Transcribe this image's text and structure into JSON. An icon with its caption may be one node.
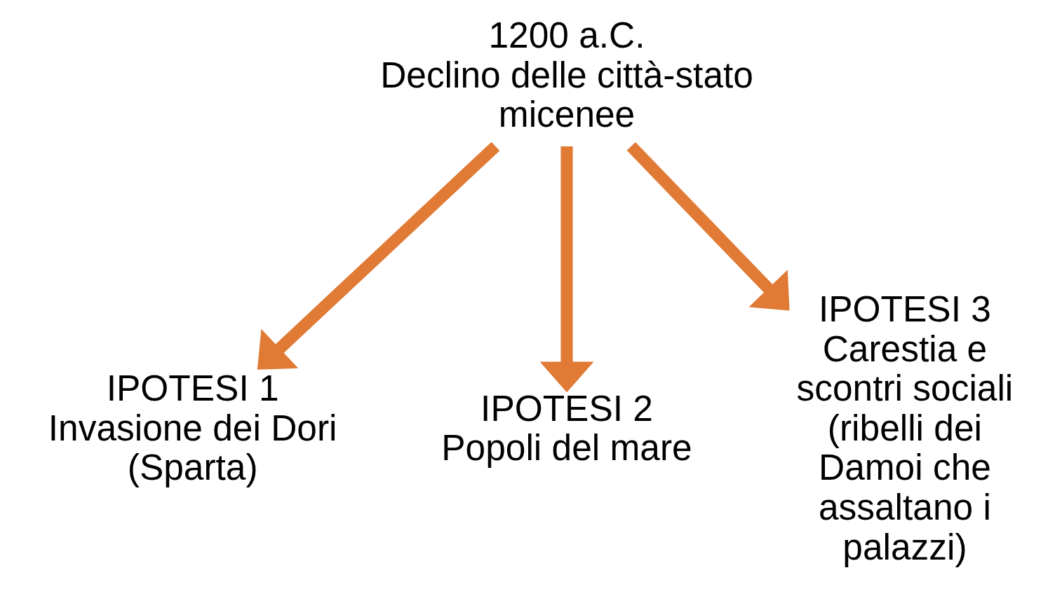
{
  "diagram": {
    "nodes": [
      {
        "text": [
          "1200 a.C.",
          "Declino delle città-stato micenee"
        ]
      },
      {
        "text": [
          "IPOTESI 1",
          "Invasione dei Dori (Sparta)"
        ]
      },
      {
        "text": [
          "IPOTESI 2",
          "Popoli del mare"
        ]
      },
      {
        "text": [
          "IPOTESI 3",
          "Carestia e scontri sociali (ribelli dei Damoi che assaltano i palazzi)"
        ]
      }
    ],
    "edges": [
      {
        "from": 0,
        "to": 1,
        "arrow": "to"
      },
      {
        "from": 0,
        "to": 2,
        "arrow": "to"
      },
      {
        "from": 0,
        "to": 3,
        "arrow": "to"
      }
    ]
  }
}
